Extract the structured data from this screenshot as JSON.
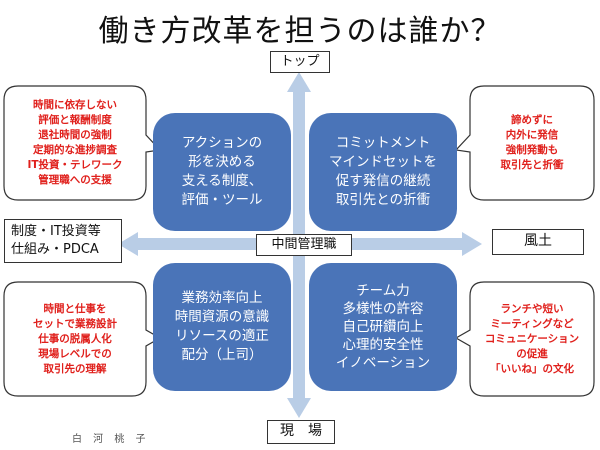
{
  "title": "働き方改革を担うのは誰か？",
  "axis": {
    "top": "トップ",
    "bottom": "現　場",
    "left_lines": [
      "制度・IT投資等",
      "仕組み・PDCA"
    ],
    "right": "風土",
    "center": "中間管理職"
  },
  "quadrants": {
    "top_left": [
      "アクションの",
      "形を決める",
      "支える制度、",
      "評価・ツール"
    ],
    "top_right": [
      "コミットメント",
      "マインドセットを",
      "促す発信の継続",
      "取引先との折衝"
    ],
    "bottom_left": [
      "業務効率向上",
      "時間資源の意識",
      "リソースの適正",
      "配分（上司）"
    ],
    "bottom_right": [
      "チーム力",
      "多様性の許容",
      "自己研鑽向上",
      "心理的安全性",
      "イノベーション"
    ]
  },
  "callouts": {
    "top_left": [
      "時間に依存しない",
      "評価と報酬制度",
      "退社時間の強制",
      "定期的な進捗調査",
      "IT投資・テレワーク",
      "管理職への支援"
    ],
    "top_right": [
      "諦めずに",
      "内外に発信",
      "強制発動も",
      "取引先と折衝"
    ],
    "bottom_left": [
      "時間と仕事を",
      "セットで業務設計",
      "仕事の脱属人化",
      "現場レベルでの",
      "取引先の理解"
    ],
    "bottom_right": [
      "ランチや短い",
      "ミーティングなど",
      "コミュニケーション",
      "の促進",
      "「いいね」の文化"
    ]
  },
  "author": "白 河 桃 子",
  "colors": {
    "quadrant_fill": "#4a74b8",
    "axis_arrow": "#b9cde6",
    "callout_text": "#e0201c"
  }
}
